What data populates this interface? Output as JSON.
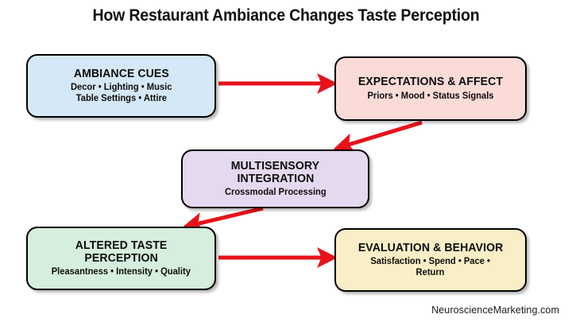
{
  "title": "How Restaurant Ambiance Changes Taste Perception",
  "footer": "NeuroscienceMarketing.com",
  "colors": {
    "arrow": "#E8121B",
    "border": "#000000",
    "text": "#0d0d0d",
    "box_ambiance": "#d5e8f7",
    "box_expectations": "#fadbd8",
    "box_multisensory": "#e5d9f0",
    "box_altered_taste": "#d6eedd",
    "box_evaluation": "#f9eec7",
    "background": "#ffffff"
  },
  "nodes": [
    {
      "id": "ambiance-cues",
      "heading": "AMBIANCE CUES",
      "sub_line1": "Decor • Lighting • Music",
      "sub_line2": "Table Settings • Attire"
    },
    {
      "id": "expectations-affect",
      "heading": "EXPECTATIONS & AFFECT",
      "sub_line1": "Priors • Mood • Status Signals",
      "sub_line2": ""
    },
    {
      "id": "multisensory-integration",
      "heading_line1": "MULTISENSORY",
      "heading_line2": "INTEGRATION",
      "sub_line1": "Crossmodal Processing",
      "sub_line2": ""
    },
    {
      "id": "altered-taste-perception",
      "heading_line1": "ALTERED TASTE",
      "heading_line2": "PERCEPTION",
      "sub_line1": "Pleasantness • Intensity • Quality",
      "sub_line2": ""
    },
    {
      "id": "evaluation-behavior",
      "heading": "EVALUATION & BEHAVIOR",
      "sub_line1": "Satisfaction • Spend • Pace •",
      "sub_line2": "Return"
    }
  ],
  "arrows": [
    {
      "id": "ambiance-to-expectations",
      "from": "ambiance-cues",
      "to": "expectations-affect",
      "direction": "right"
    },
    {
      "id": "expectations-to-multisensory",
      "from": "expectations-affect",
      "to": "multisensory-integration",
      "direction": "down-left"
    },
    {
      "id": "multisensory-to-altered",
      "from": "multisensory-integration",
      "to": "altered-taste-perception",
      "direction": "down-left"
    },
    {
      "id": "altered-to-evaluation",
      "from": "altered-taste-perception",
      "to": "evaluation-behavior",
      "direction": "right"
    }
  ]
}
